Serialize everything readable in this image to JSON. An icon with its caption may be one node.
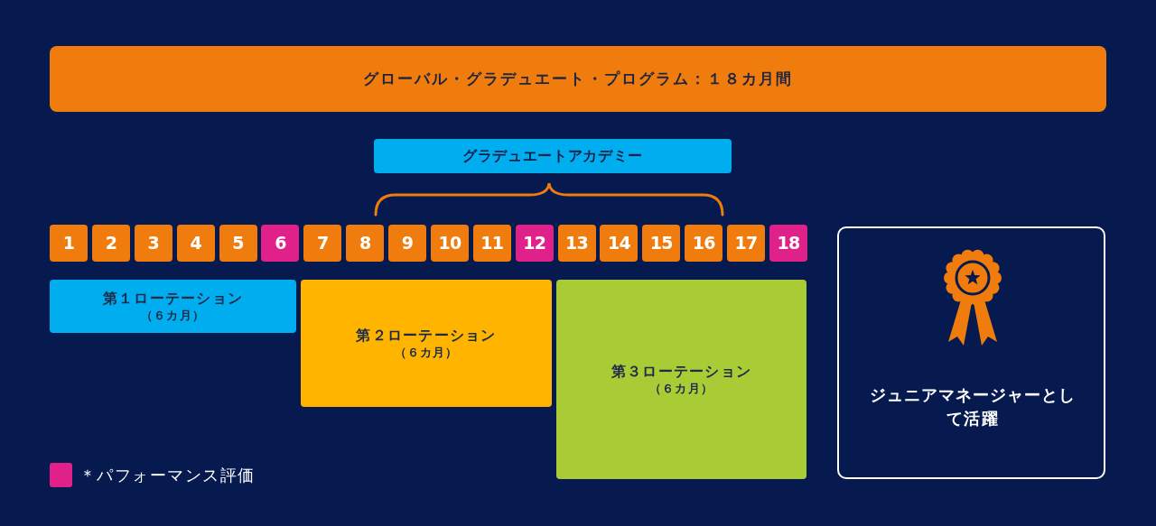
{
  "diagram": {
    "nodes": [
      {
        "text": [
          "グローバル・グラデュエート・プログラム：１８カ月間"
        ]
      },
      {
        "text": [
          "グラデュエートアカデミー"
        ]
      },
      {
        "text": [
          "1"
        ]
      },
      {
        "text": [
          "2"
        ]
      },
      {
        "text": [
          "3"
        ]
      },
      {
        "text": [
          "4"
        ]
      },
      {
        "text": [
          "5"
        ]
      },
      {
        "text": [
          "6"
        ]
      },
      {
        "text": [
          "7"
        ]
      },
      {
        "text": [
          "8"
        ]
      },
      {
        "text": [
          "9"
        ]
      },
      {
        "text": [
          "10"
        ]
      },
      {
        "text": [
          "11"
        ]
      },
      {
        "text": [
          "12"
        ]
      },
      {
        "text": [
          "13"
        ]
      },
      {
        "text": [
          "14"
        ]
      },
      {
        "text": [
          "15"
        ]
      },
      {
        "text": [
          "16"
        ]
      },
      {
        "text": [
          "17"
        ]
      },
      {
        "text": [
          "18"
        ]
      },
      {
        "text": [
          "第１ローテーション",
          "（６カ月）"
        ]
      },
      {
        "text": [
          "第２ローテーション",
          "（６カ月）"
        ]
      },
      {
        "text": [
          "第３ローテーション",
          "（６カ月）"
        ]
      },
      {
        "text": [
          "ジュニアマネージャーとして活躍"
        ]
      }
    ],
    "edges": [],
    "legend": [
      {
        "text": "＊パフォーマンス評価",
        "color": "#e0218a"
      }
    ]
  }
}
